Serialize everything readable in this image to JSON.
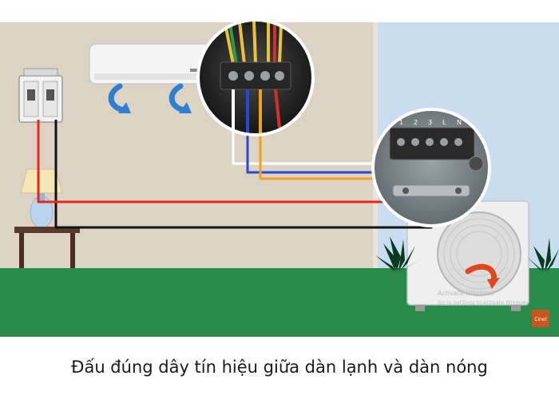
{
  "caption": "Đấu đúng dây tín hiệu giữa dàn lạnh và dàn nóng",
  "indoor_terminal_labels": [
    "1",
    "2",
    "3",
    "L",
    "N"
  ],
  "watermark_line1": "Activate Windows",
  "watermark_line2": "Go to Settings to activate Windows",
  "brand_logo_text": "Cinet",
  "colors": {
    "wall": "#ddd3c4",
    "outdoor_wall": "#c8ddef",
    "floor": "#2a8a4a",
    "wire_red": "#e8281e",
    "wire_blue": "#2a45d8",
    "wire_yellow": "#f0a21c",
    "wire_white": "#ffffff",
    "wire_black": "#111111"
  }
}
